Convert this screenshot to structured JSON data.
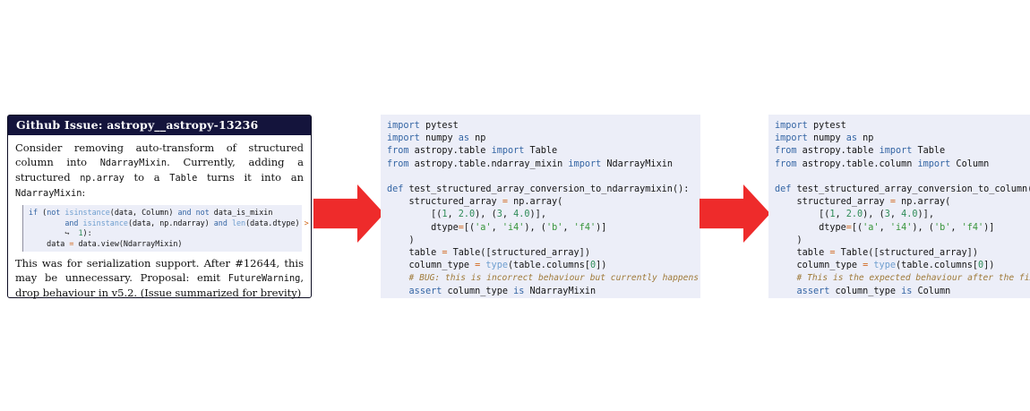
{
  "issue_panel": {
    "title": "Github Issue: astropy__astropy-13236",
    "para1": [
      [
        "t",
        "Consider removing auto-transform of structured column into "
      ],
      [
        "m",
        "NdarrayMixin"
      ],
      [
        "t",
        ". Currently, adding a structured "
      ],
      [
        "m",
        "np.array"
      ],
      [
        "t",
        " to a "
      ],
      [
        "m",
        "Table"
      ],
      [
        "t",
        " turns it into an "
      ],
      [
        "m",
        "NdarrayMixin"
      ],
      [
        "t",
        ":"
      ]
    ],
    "code_lines": [
      [
        [
          "k",
          "if"
        ],
        [
          "p",
          " ("
        ],
        [
          "k",
          "not"
        ],
        [
          "p",
          " "
        ],
        [
          "b",
          "isinstance"
        ],
        [
          "p",
          "(data, Column) "
        ],
        [
          "k",
          "and"
        ],
        [
          "p",
          " "
        ],
        [
          "k",
          "not"
        ],
        [
          "p",
          " data_is_mixin"
        ]
      ],
      [
        [
          "p",
          "        "
        ],
        [
          "k",
          "and"
        ],
        [
          "p",
          " "
        ],
        [
          "b",
          "isinstance"
        ],
        [
          "p",
          "(data, np.ndarray) "
        ],
        [
          "k",
          "and"
        ],
        [
          "p",
          " "
        ],
        [
          "b",
          "len"
        ],
        [
          "p",
          "(data.dtype) "
        ],
        [
          "o",
          ">"
        ]
      ],
      [
        [
          "p",
          "        "
        ],
        [
          "a",
          "↪"
        ],
        [
          "p",
          "  "
        ],
        [
          "n",
          "1"
        ],
        [
          "p",
          "):"
        ]
      ],
      [
        [
          "p",
          "    data "
        ],
        [
          "o",
          "="
        ],
        [
          "p",
          " data.view(NdarrayMixin)"
        ]
      ]
    ],
    "para2": [
      [
        "t",
        "This was for serialization support. After #12644, this may be unnecessary. Proposal: emit "
      ],
      [
        "m",
        "FutureWarning"
      ],
      [
        "t",
        ", drop behaviour in v5.2. (Issue summarized for brevity)"
      ]
    ]
  },
  "buggy_test_panel": {
    "lines": [
      [
        [
          "k",
          "import"
        ],
        [
          "p",
          " pytest"
        ]
      ],
      [
        [
          "k",
          "import"
        ],
        [
          "p",
          " numpy "
        ],
        [
          "k",
          "as"
        ],
        [
          "p",
          " np"
        ]
      ],
      [
        [
          "k",
          "from"
        ],
        [
          "p",
          " astropy.table "
        ],
        [
          "k",
          "import"
        ],
        [
          "p",
          " Table"
        ]
      ],
      [
        [
          "k",
          "from"
        ],
        [
          "p",
          " astropy.table.ndarray_mixin "
        ],
        [
          "k",
          "import"
        ],
        [
          "p",
          " NdarrayMixin"
        ]
      ],
      [
        [
          "p",
          ""
        ]
      ],
      [
        [
          "k",
          "def"
        ],
        [
          "p",
          " test_structured_array_conversion_to_ndarraymixin():"
        ]
      ],
      [
        [
          "p",
          "    structured_array "
        ],
        [
          "o",
          "="
        ],
        [
          "p",
          " np.array("
        ]
      ],
      [
        [
          "p",
          "        [("
        ],
        [
          "n",
          "1"
        ],
        [
          "p",
          ", "
        ],
        [
          "n",
          "2.0"
        ],
        [
          "p",
          "), ("
        ],
        [
          "n",
          "3"
        ],
        [
          "p",
          ", "
        ],
        [
          "n",
          "4.0"
        ],
        [
          "p",
          ")],"
        ]
      ],
      [
        [
          "p",
          "        dtype"
        ],
        [
          "o",
          "="
        ],
        [
          "p",
          "[("
        ],
        [
          "s",
          "'a'"
        ],
        [
          "p",
          ", "
        ],
        [
          "s",
          "'i4'"
        ],
        [
          "p",
          "), ("
        ],
        [
          "s",
          "'b'"
        ],
        [
          "p",
          ", "
        ],
        [
          "s",
          "'f4'"
        ],
        [
          "p",
          ")]"
        ]
      ],
      [
        [
          "p",
          "    )"
        ]
      ],
      [
        [
          "p",
          "    table "
        ],
        [
          "o",
          "="
        ],
        [
          "p",
          " Table([structured_array])"
        ]
      ],
      [
        [
          "p",
          "    column_type "
        ],
        [
          "o",
          "="
        ],
        [
          "p",
          " "
        ],
        [
          "b",
          "type"
        ],
        [
          "p",
          "(table.columns["
        ],
        [
          "n",
          "0"
        ],
        [
          "p",
          "])"
        ]
      ],
      [
        [
          "p",
          "    "
        ],
        [
          "c",
          "# BUG: this is incorrect behaviour but currently happens"
        ]
      ],
      [
        [
          "p",
          "    "
        ],
        [
          "k",
          "assert"
        ],
        [
          "p",
          " column_type "
        ],
        [
          "k",
          "is"
        ],
        [
          "p",
          " NdarrayMixin"
        ]
      ]
    ]
  },
  "fixed_test_panel": {
    "lines": [
      [
        [
          "k",
          "import"
        ],
        [
          "p",
          " pytest"
        ]
      ],
      [
        [
          "k",
          "import"
        ],
        [
          "p",
          " numpy "
        ],
        [
          "k",
          "as"
        ],
        [
          "p",
          " np"
        ]
      ],
      [
        [
          "k",
          "from"
        ],
        [
          "p",
          " astropy.table "
        ],
        [
          "k",
          "import"
        ],
        [
          "p",
          " Table"
        ]
      ],
      [
        [
          "k",
          "from"
        ],
        [
          "p",
          " astropy.table.column "
        ],
        [
          "k",
          "import"
        ],
        [
          "p",
          " Column"
        ]
      ],
      [
        [
          "p",
          ""
        ]
      ],
      [
        [
          "k",
          "def"
        ],
        [
          "p",
          " test_structured_array_conversion_to_column():"
        ]
      ],
      [
        [
          "p",
          "    structured_array "
        ],
        [
          "o",
          "="
        ],
        [
          "p",
          " np.array("
        ]
      ],
      [
        [
          "p",
          "        [("
        ],
        [
          "n",
          "1"
        ],
        [
          "p",
          ", "
        ],
        [
          "n",
          "2.0"
        ],
        [
          "p",
          "), ("
        ],
        [
          "n",
          "3"
        ],
        [
          "p",
          ", "
        ],
        [
          "n",
          "4.0"
        ],
        [
          "p",
          ")],"
        ]
      ],
      [
        [
          "p",
          "        dtype"
        ],
        [
          "o",
          "="
        ],
        [
          "p",
          "[("
        ],
        [
          "s",
          "'a'"
        ],
        [
          "p",
          ", "
        ],
        [
          "s",
          "'i4'"
        ],
        [
          "p",
          "), ("
        ],
        [
          "s",
          "'b'"
        ],
        [
          "p",
          ", "
        ],
        [
          "s",
          "'f4'"
        ],
        [
          "p",
          ")]"
        ]
      ],
      [
        [
          "p",
          "    )"
        ]
      ],
      [
        [
          "p",
          "    table "
        ],
        [
          "o",
          "="
        ],
        [
          "p",
          " Table([structured_array])"
        ]
      ],
      [
        [
          "p",
          "    column_type "
        ],
        [
          "o",
          "="
        ],
        [
          "p",
          " "
        ],
        [
          "b",
          "type"
        ],
        [
          "p",
          "(table.columns["
        ],
        [
          "n",
          "0"
        ],
        [
          "p",
          "])"
        ]
      ],
      [
        [
          "p",
          "    "
        ],
        [
          "c",
          "# This is the expected behaviour after the fix"
        ]
      ],
      [
        [
          "p",
          "    "
        ],
        [
          "k",
          "assert"
        ],
        [
          "p",
          " column_type "
        ],
        [
          "k",
          "is"
        ],
        [
          "p",
          " Column"
        ]
      ]
    ]
  },
  "colors": {
    "arrow_red": "#ee2b2b",
    "title_bar_navy": "#14143c",
    "code_panel_bg": "#eceef8",
    "keyword_blue": "#3465a4",
    "builtin_blue": "#6e9ecf",
    "string_green": "#38953b",
    "number_green": "#2e8b57",
    "operator_orange": "#d2691e",
    "comment_brown": "#9f7a3a"
  }
}
